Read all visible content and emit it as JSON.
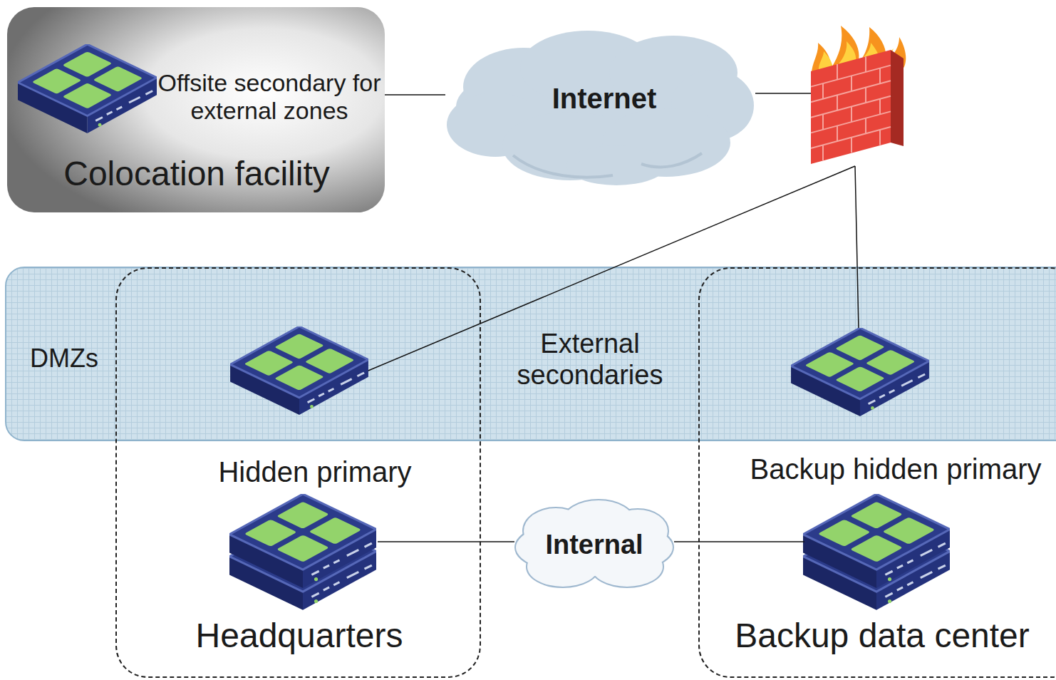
{
  "diagram": {
    "nodes": [
      {
        "text": [
          "Offsite secondary for external zones",
          "Colocation facility"
        ]
      },
      {
        "text": [
          "Internet"
        ]
      },
      {
        "text": [
          "DMZs",
          "External secondaries"
        ]
      },
      {
        "text": [
          "Headquarters"
        ]
      },
      {
        "text": [
          "Hidden primary"
        ],
        "in": 3
      },
      {
        "text": [
          "Internal"
        ]
      },
      {
        "text": [
          "Backup data center"
        ]
      },
      {
        "text": [
          "Backup hidden primary"
        ],
        "in": 6
      }
    ],
    "edges": [
      {
        "from": 0,
        "to": 1,
        "arrow": "none"
      },
      {
        "from": 4,
        "to": 5,
        "arrow": "none"
      },
      {
        "from": 5,
        "to": 7,
        "arrow": "none"
      }
    ]
  }
}
